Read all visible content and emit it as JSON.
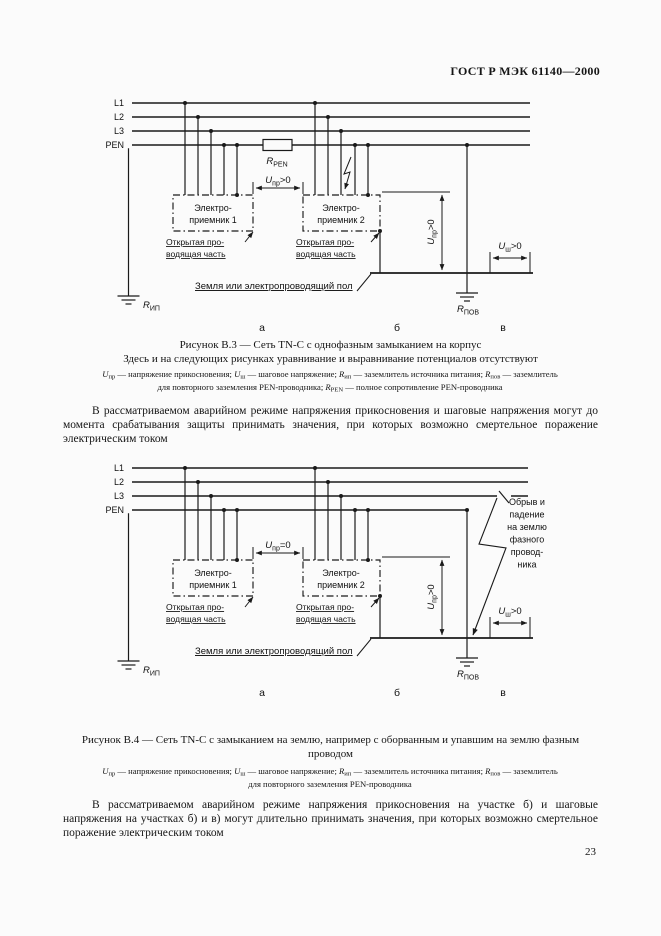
{
  "page": {
    "header": "ГОСТ Р МЭК 61140—2000",
    "page_number": "23"
  },
  "diagram": {
    "bus": [
      "L1",
      "L2",
      "L3",
      "PEN"
    ],
    "load1": [
      "Электро-",
      "приемник 1"
    ],
    "load2": [
      "Электро-",
      "приемник 2"
    ],
    "exposed": [
      "Открытая про-",
      "водящая часть"
    ],
    "ground": "Земля или электропроводящий пол",
    "zones": [
      "а",
      "б",
      "в"
    ],
    "sym": {
      "U": "U",
      "R": "R",
      "sub_pr": "пр",
      "sub_sh": "ш",
      "sub_ip": "ИП",
      "sub_pov": "ПОВ",
      "sub_pen": "PEN",
      "gt0": ">0",
      "eq0": "=0"
    }
  },
  "figure3": {
    "caption": "Рисунок В.3 — Сеть TN-C с однофазным замыканием на корпус",
    "note": "Здесь и на следующих рисунках уравнивание и выравнивание потенциалов отсутствуют",
    "legend": [
      [
        "i",
        "U"
      ],
      [
        "sub",
        "пр"
      ],
      [
        "t",
        " — напряжение прикосновения; "
      ],
      [
        "i",
        "U"
      ],
      [
        "sub",
        "ш"
      ],
      [
        "t",
        " — шаговое напряжение; "
      ],
      [
        "i",
        "R"
      ],
      [
        "sub",
        "ип"
      ],
      [
        "t",
        " — заземлитель источника питания; "
      ],
      [
        "i",
        "R"
      ],
      [
        "sub",
        "пов"
      ],
      [
        "t",
        " — заземлитель для повторного заземления PEN-проводника; "
      ],
      [
        "i",
        "R"
      ],
      [
        "sub",
        "PEN"
      ],
      [
        "t",
        " — полное сопротивление PEN-проводника"
      ]
    ],
    "paragraph": "В рассматриваемом аварийном режиме напряжения прикосновения и шаговые напряжения могут до момента срабатывания защиты принимать значения, при которых возможно смертельное поражение электрическим током"
  },
  "figure4": {
    "caption": "Рисунок В.4 — Сеть TN-C с замыканием на землю, например с оборванным и упавшим на землю фазным проводом",
    "fault_label_lines": [
      "Обрыв и",
      "падение",
      "на землю",
      "фазного",
      "провод-",
      "ника"
    ],
    "legend": [
      [
        "i",
        "U"
      ],
      [
        "sub",
        "пр"
      ],
      [
        "t",
        " — напряжение прикосновения; "
      ],
      [
        "i",
        "U"
      ],
      [
        "sub",
        "ш"
      ],
      [
        "t",
        " — шаговое напряжение; "
      ],
      [
        "i",
        "R"
      ],
      [
        "sub",
        "ип"
      ],
      [
        "t",
        " — заземлитель источника питания; "
      ],
      [
        "i",
        "R"
      ],
      [
        "sub",
        "пов"
      ],
      [
        "t",
        " — заземлитель для повторного заземления PEN-проводника"
      ]
    ],
    "paragraph": "В рассматриваемом аварийном режиме напряжения прикосновения на участке б) и шаговые напряжения на участках б) и в) могут длительно принимать значения, при которых возможно смертельное поражение электрическим током"
  }
}
